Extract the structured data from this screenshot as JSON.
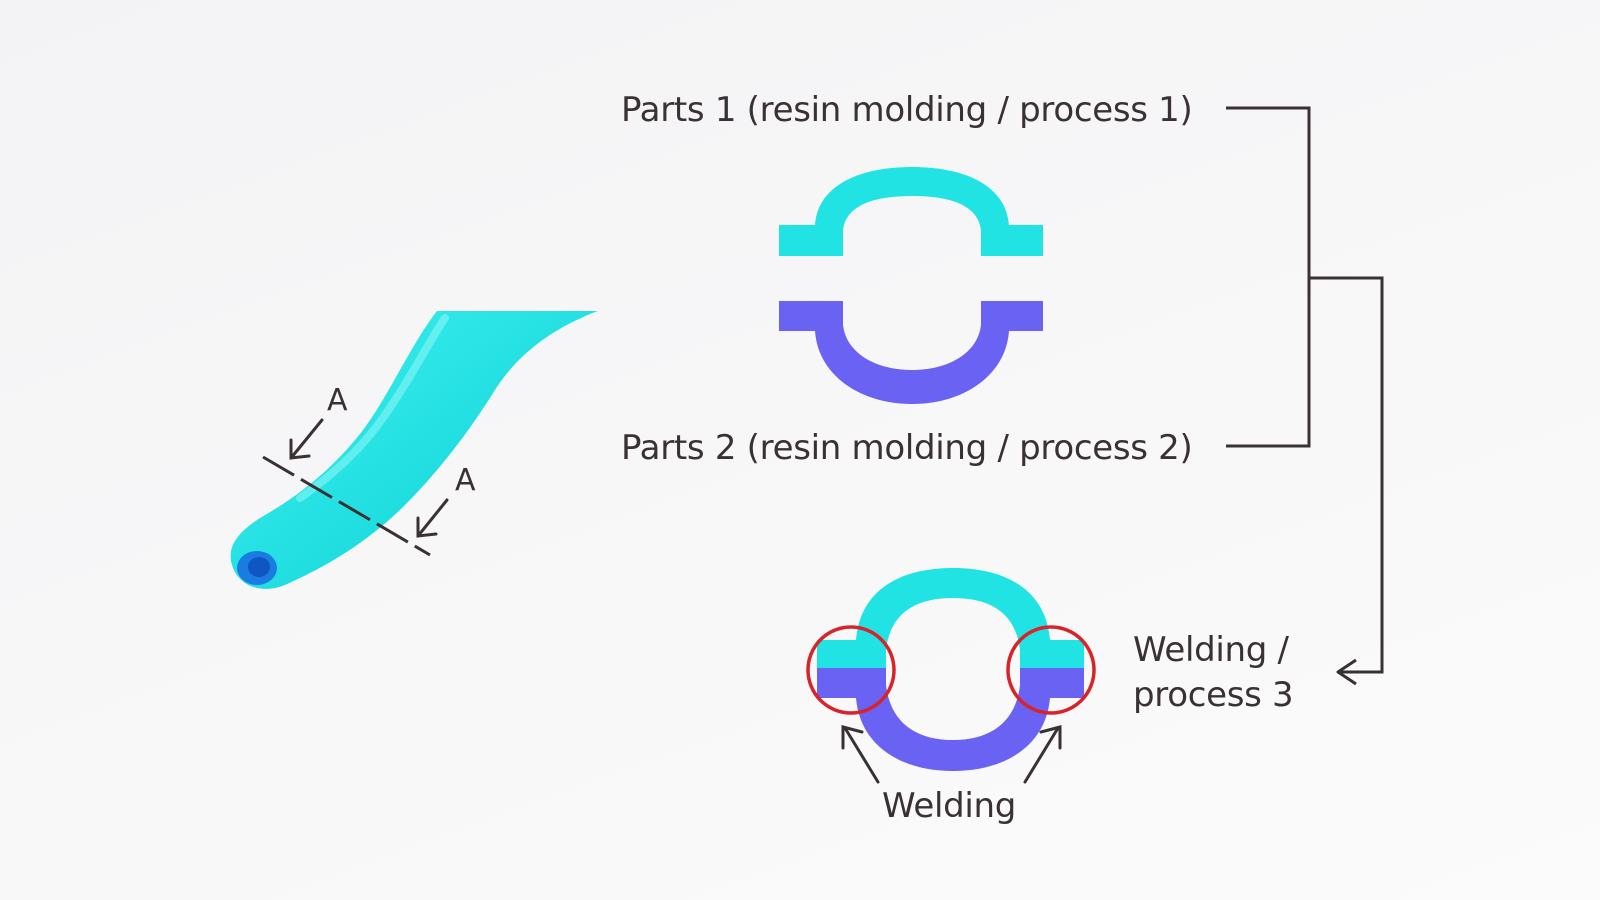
{
  "labels": {
    "parts1": "Parts 1 (resin molding / process 1)",
    "parts2": "Parts 2 (resin molding / process 2)",
    "welding_process_line1": "Welding /",
    "welding_process_line2": "process 3",
    "welding": "Welding",
    "section_a_upper": "A",
    "section_a_lower": "A"
  },
  "colors": {
    "background": "#f5f5f6",
    "part1": "#22e3e3",
    "part2": "#6a62f2",
    "tube": "#1fdde0",
    "tube_shade": "#12b8c8",
    "tube_inner": "#1a7be0",
    "weld_circle": "#d8232a",
    "line": "#3a3134",
    "text": "#3a3134"
  },
  "icons": {
    "tube": "tube-illustration",
    "part1_shape": "upper-half-channel",
    "part2_shape": "lower-half-channel",
    "welded_shape": "welded-ring"
  }
}
